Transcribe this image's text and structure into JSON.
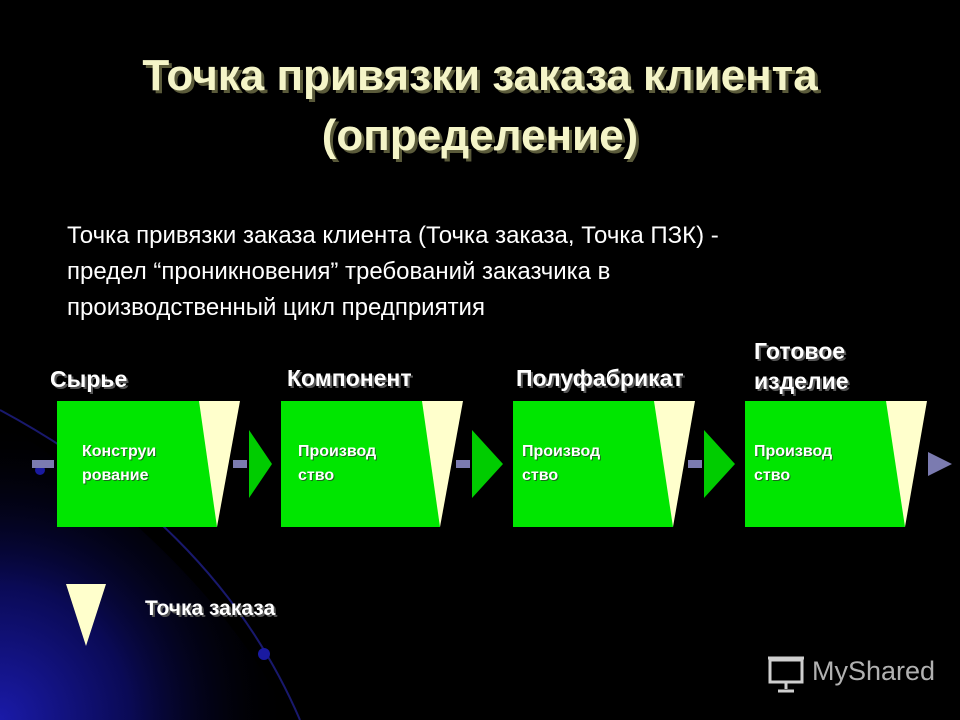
{
  "title": {
    "line1": "Точка привязки заказа клиента",
    "line2": "(определение)"
  },
  "definition": {
    "line1": "Точка привязки заказа клиента (Точка заказа, Точка ПЗК) -",
    "line2": "предел “проникновения” требований заказчика в",
    "line3": "производственный цикл предприятия"
  },
  "stages": [
    {
      "label": "Сырье",
      "box_line1": "Конструи",
      "box_line2": "рование"
    },
    {
      "label": "Компонент",
      "box_line1": "Производ",
      "box_line2": "ство"
    },
    {
      "label": "Полуфабрикат",
      "box_line1": "Производ",
      "box_line2": "ство"
    },
    {
      "label_line1": "Готовое",
      "label_line2": "изделие",
      "box_line1": "Производ",
      "box_line2": "ство"
    }
  ],
  "legend": {
    "label": "Точка заказа",
    "icon": "order-point-triangle-icon"
  },
  "watermark": {
    "text": "MyShared",
    "icon": "projector-screen-icon"
  },
  "colors": {
    "background": "#000000",
    "process_box": "#00e600",
    "order_point": "#ffffcc",
    "arrow": "#00cc00",
    "connector": "#7b7bb0",
    "title": "#f5f5c8"
  }
}
